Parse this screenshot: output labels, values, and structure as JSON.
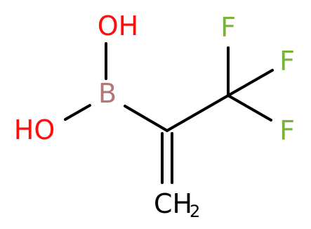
{
  "molecule": {
    "atoms": {
      "oh_top": "OH",
      "oh_left": "HO",
      "boron": "B",
      "fluorine_1": "F",
      "fluorine_2": "F",
      "fluorine_3": "F",
      "methylene_main": "CH",
      "methylene_sub": "2"
    },
    "colors": {
      "oxygen": "#ff0d0d",
      "boron": "#b07878",
      "fluorine": "#7ab13a",
      "carbon": "#000000"
    }
  }
}
